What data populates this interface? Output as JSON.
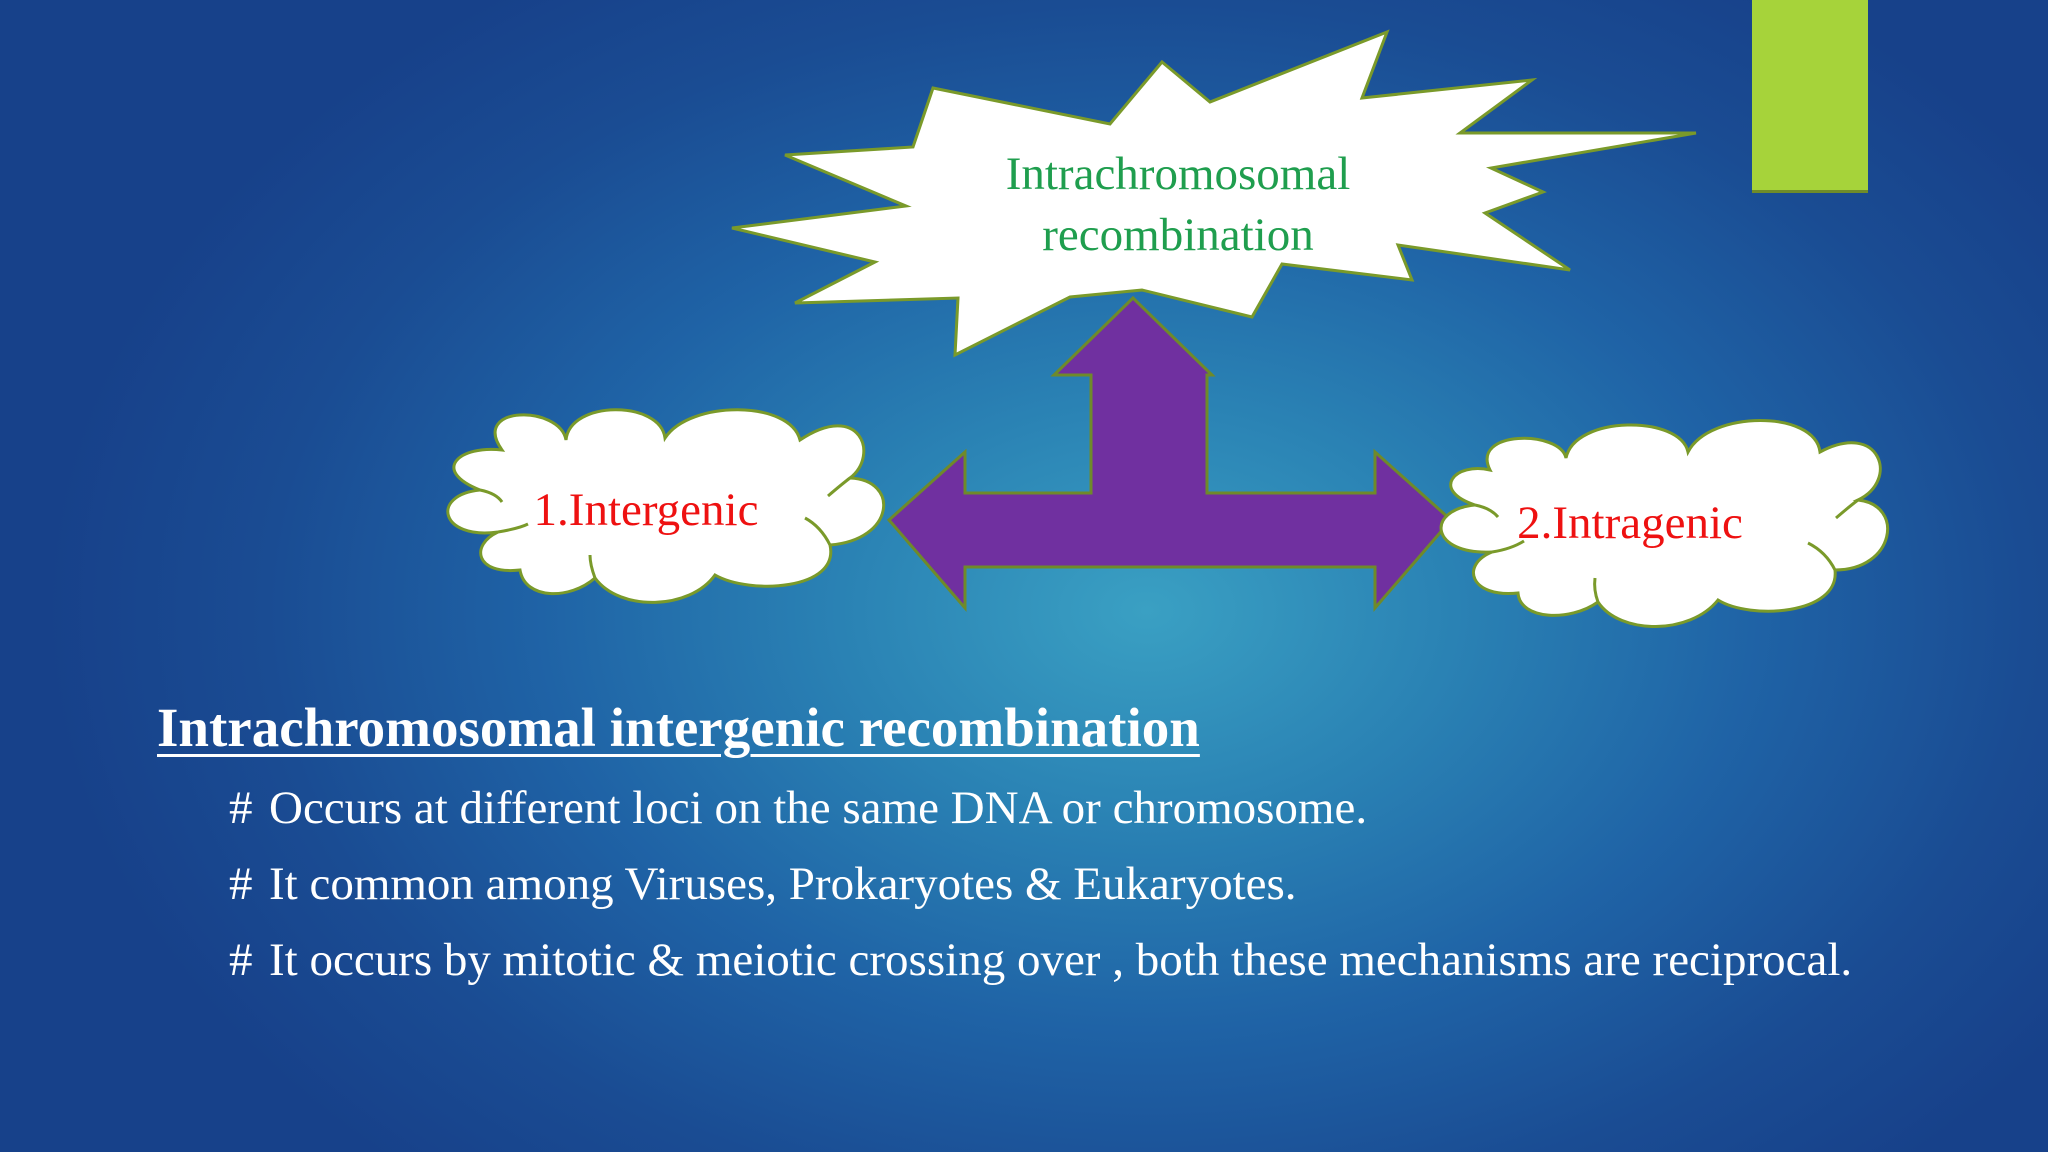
{
  "colors": {
    "accent_bar": "#a6d33a",
    "arrow_fill": "#7030a0",
    "shape_outline": "#7a9a2a",
    "top_label": "#1f9e4e",
    "side_labels": "#ee1111",
    "body_text": "#ffffff"
  },
  "diagram": {
    "top_node": {
      "shape": "explosion-starburst",
      "line1": "Intrachromosomal",
      "line2": "recombination"
    },
    "left_node": {
      "shape": "cloud",
      "label": "1.Intergenic"
    },
    "right_node": {
      "shape": "cloud",
      "label": "2.Intragenic"
    },
    "connector": {
      "shape": "three-way-arrow"
    }
  },
  "heading": "Intrachromosomal intergenic recombination",
  "bullet_marker": "#",
  "bullets": [
    "Occurs at different loci on the same DNA or chromosome.",
    "It common among Viruses, Prokaryotes & Eukaryotes.",
    "It occurs by mitotic & meiotic crossing over , both these mechanisms are reciprocal."
  ]
}
